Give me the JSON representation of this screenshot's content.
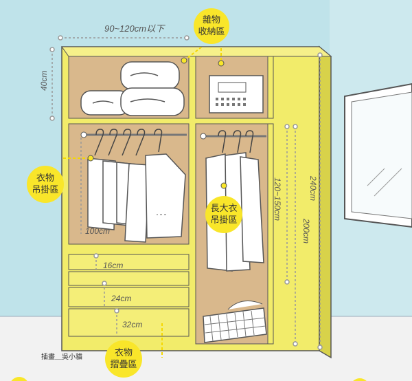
{
  "colors": {
    "wall": "#bfe3ea",
    "floor": "#f2f2f2",
    "cabinet": "#f2ec6a",
    "cabinet_edge": "#b8b23a",
    "interior": "#d9b88c",
    "badge": "#f9e62a",
    "guide": "#999999"
  },
  "dimensions": {
    "width_label": "90~120cm以下",
    "top_shelf": "40cm",
    "rail_height": "100cm",
    "drawer1": "16cm",
    "drawer2": "24cm",
    "drawer3": "32cm",
    "long_hang": "120~150cm",
    "inner_height": "200cm",
    "total_height": "240cm"
  },
  "zones": {
    "storage": [
      "雜物",
      "收納區"
    ],
    "hanging": [
      "衣物",
      "吊掛區"
    ],
    "long_coat": [
      "長大衣",
      "吊掛區"
    ],
    "folding": [
      "衣物",
      "摺疊區"
    ]
  },
  "credit": "插畫＿吳小貓",
  "icons": [
    "hanger-icon",
    "towel-icon",
    "storage-box-icon",
    "basket-icon"
  ]
}
